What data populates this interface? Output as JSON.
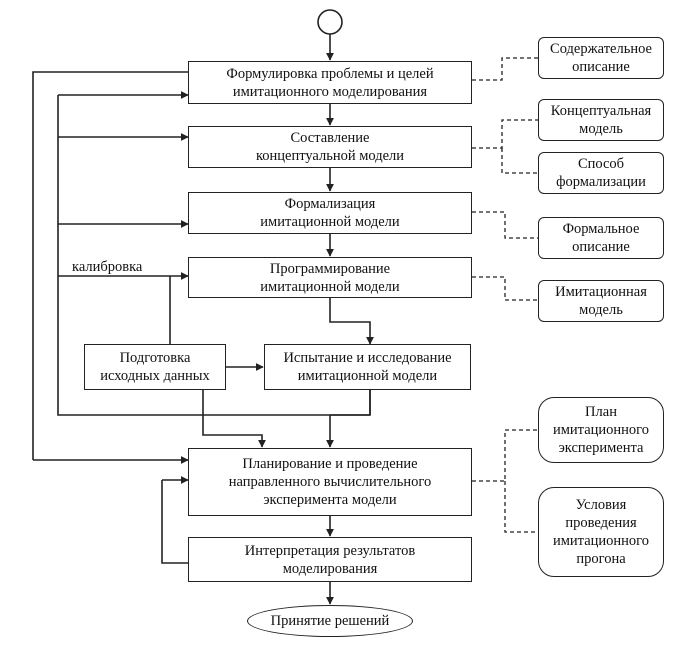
{
  "process": {
    "formulation": "Формулировка проблемы и целей\nимитационного моделирования",
    "conceptual": "Составление\nконцептуальной модели",
    "formalization": "Формализация\nимитационной модели",
    "programming": "Программирование\nимитационной модели",
    "data_prep": "Подготовка\nисходных данных",
    "testing": "Испытание и исследование\nимитационной модели",
    "planning": "Планирование и проведение\nнаправленного вычислительного\nэксперимента модели",
    "interpretation": "Интерпретация результатов\nмоделирования",
    "decision": "Принятие решений"
  },
  "outputs": {
    "content_description": "Содержательное\nописание",
    "conceptual_model": "Концептуальная\nмодель",
    "formalization_method": "Способ\nформализации",
    "formal_description": "Формальное\nописание",
    "simulation_model": "Имитационная\nмодель",
    "experiment_plan": "План\nимитационного\nэксперимента",
    "run_conditions": "Условия\nпроведения\nимитационного\nпрогона"
  },
  "labels": {
    "calibration": "калибровка"
  }
}
